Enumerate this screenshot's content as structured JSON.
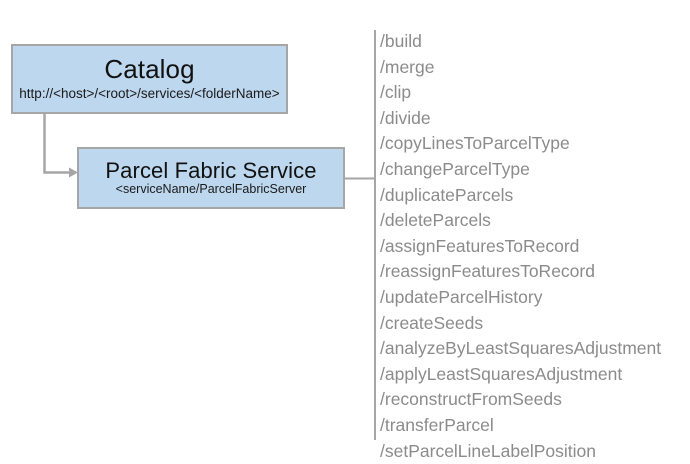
{
  "diagram": {
    "type": "service-endpoint-hierarchy",
    "colors": {
      "node_fill": "#bdd7ee",
      "node_border": "#a6a6a6",
      "connector": "#a6a6a6",
      "divider": "#a6a6a6",
      "operation_text": "#8b8b8b",
      "node_text": "#111111",
      "background": "#ffffff"
    },
    "nodes": [
      {
        "id": "catalog",
        "title": "Catalog",
        "subtitle": "http://<host>/<root>/services/<folderName>"
      },
      {
        "id": "parcel-fabric-service",
        "title": "Parcel Fabric Service",
        "subtitle": "<serviceName/ParcelFabricServer"
      }
    ],
    "connectors": [
      {
        "id": "catalog-to-service",
        "from": "catalog",
        "to": "parcel-fabric-service",
        "style": "elbow-arrow"
      },
      {
        "id": "service-to-operations",
        "from": "parcel-fabric-service",
        "to": "operations-list",
        "style": "line"
      }
    ],
    "operations": [
      "/build",
      "/merge",
      "/clip",
      "/divide",
      "/copyLinesToParcelType",
      "/changeParcelType",
      "/duplicateParcels",
      "/deleteParcels",
      "/assignFeaturesToRecord",
      "/reassignFeaturesToRecord",
      "/updateParcelHistory",
      "/createSeeds",
      "/analyzeByLeastSquaresAdjustment",
      "/applyLeastSquaresAdjustment",
      "/reconstructFromSeeds",
      "/transferParcel",
      "/setParcelLineLabelPosition"
    ]
  }
}
